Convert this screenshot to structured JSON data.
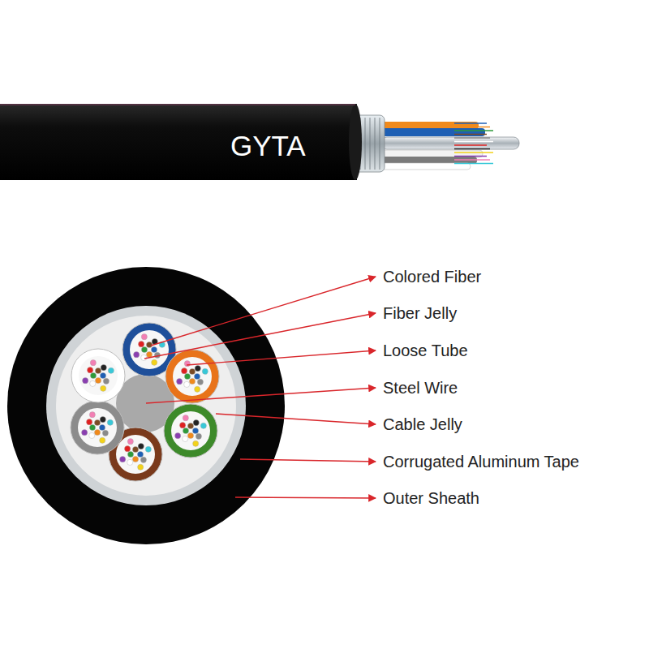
{
  "diagram": {
    "labels": [
      "GYTA",
      "Colored Fiber",
      "Fiber Jelly",
      "Loose Tube",
      "Steel Wire",
      "Cable Jelly",
      "Corrugated Aluminum Tape",
      "Outer Sheath"
    ]
  }
}
